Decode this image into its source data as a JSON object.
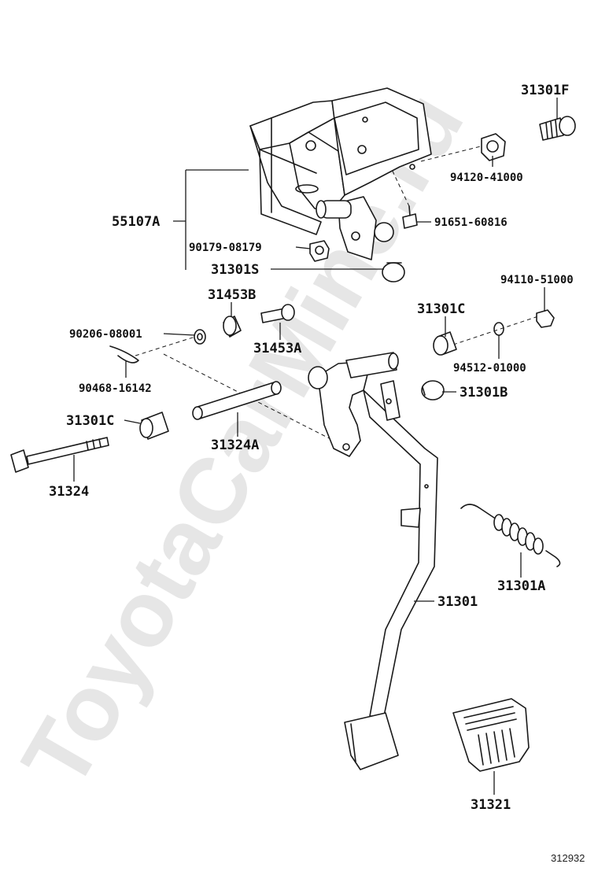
{
  "watermark": "ToyotaCarMine.ru",
  "diagram_id": "312932",
  "labels": {
    "p31301F": "31301F",
    "p94120": "94120-41000",
    "p55107A": "55107A",
    "p91651": "91651-60816",
    "p90179": "90179-08179",
    "p31301S": "31301S",
    "p31453B": "31453B",
    "p94110": "94110-51000",
    "p31301C_top": "31301C",
    "p90206": "90206-08001",
    "p31453A": "31453A",
    "p94512": "94512-01000",
    "p90468": "90468-16142",
    "p31301B": "31301B",
    "p31301C_left": "31301C",
    "p31324A": "31324A",
    "p31324": "31324",
    "p31301A": "31301A",
    "p31301": "31301",
    "p31321": "31321"
  }
}
